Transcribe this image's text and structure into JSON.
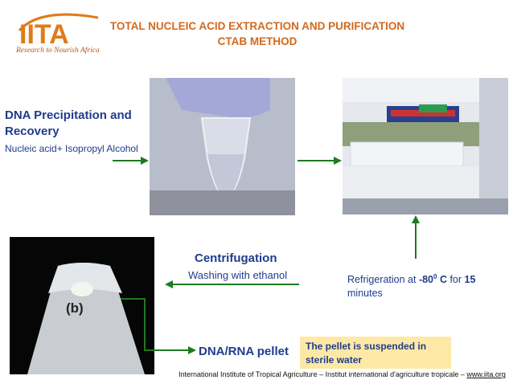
{
  "logo": {
    "wordmark": "IITA",
    "tagline": "Research to Nourish Africa"
  },
  "title": {
    "line1": "TOTAL NUCLEIC ACID EXTRACTION AND PURIFICATION",
    "line2": "CTAB METHOD"
  },
  "steps": {
    "precipitation": {
      "heading": "DNA Precipitation and Recovery",
      "detail": "Nucleic acid+ Isopropyl Alcohol"
    },
    "refrigeration": {
      "prefix": "Refrigeration at ",
      "temp_value": "-80",
      "temp_sup": "0",
      "temp_unit": " C",
      "middle": " for ",
      "duration": "15",
      "suffix": " minutes"
    },
    "centrifugation": {
      "heading": "Centrifugation",
      "detail": "Washing with ethanol"
    },
    "pellet": {
      "heading": "DNA/RNA pellet",
      "note": "The pellet is suspended in sterile water"
    }
  },
  "photos": {
    "pellet_label": "(b)"
  },
  "footer": {
    "text": "International Institute of Tropical Agriculture – Institut international d'agriculture tropicale – ",
    "url": "www.iita.org"
  },
  "colors": {
    "heading_blue": "#1f3c8c",
    "title_orange": "#d2691e",
    "arrow_green": "#1e7a1e",
    "note_bg": "#fde9a5"
  }
}
